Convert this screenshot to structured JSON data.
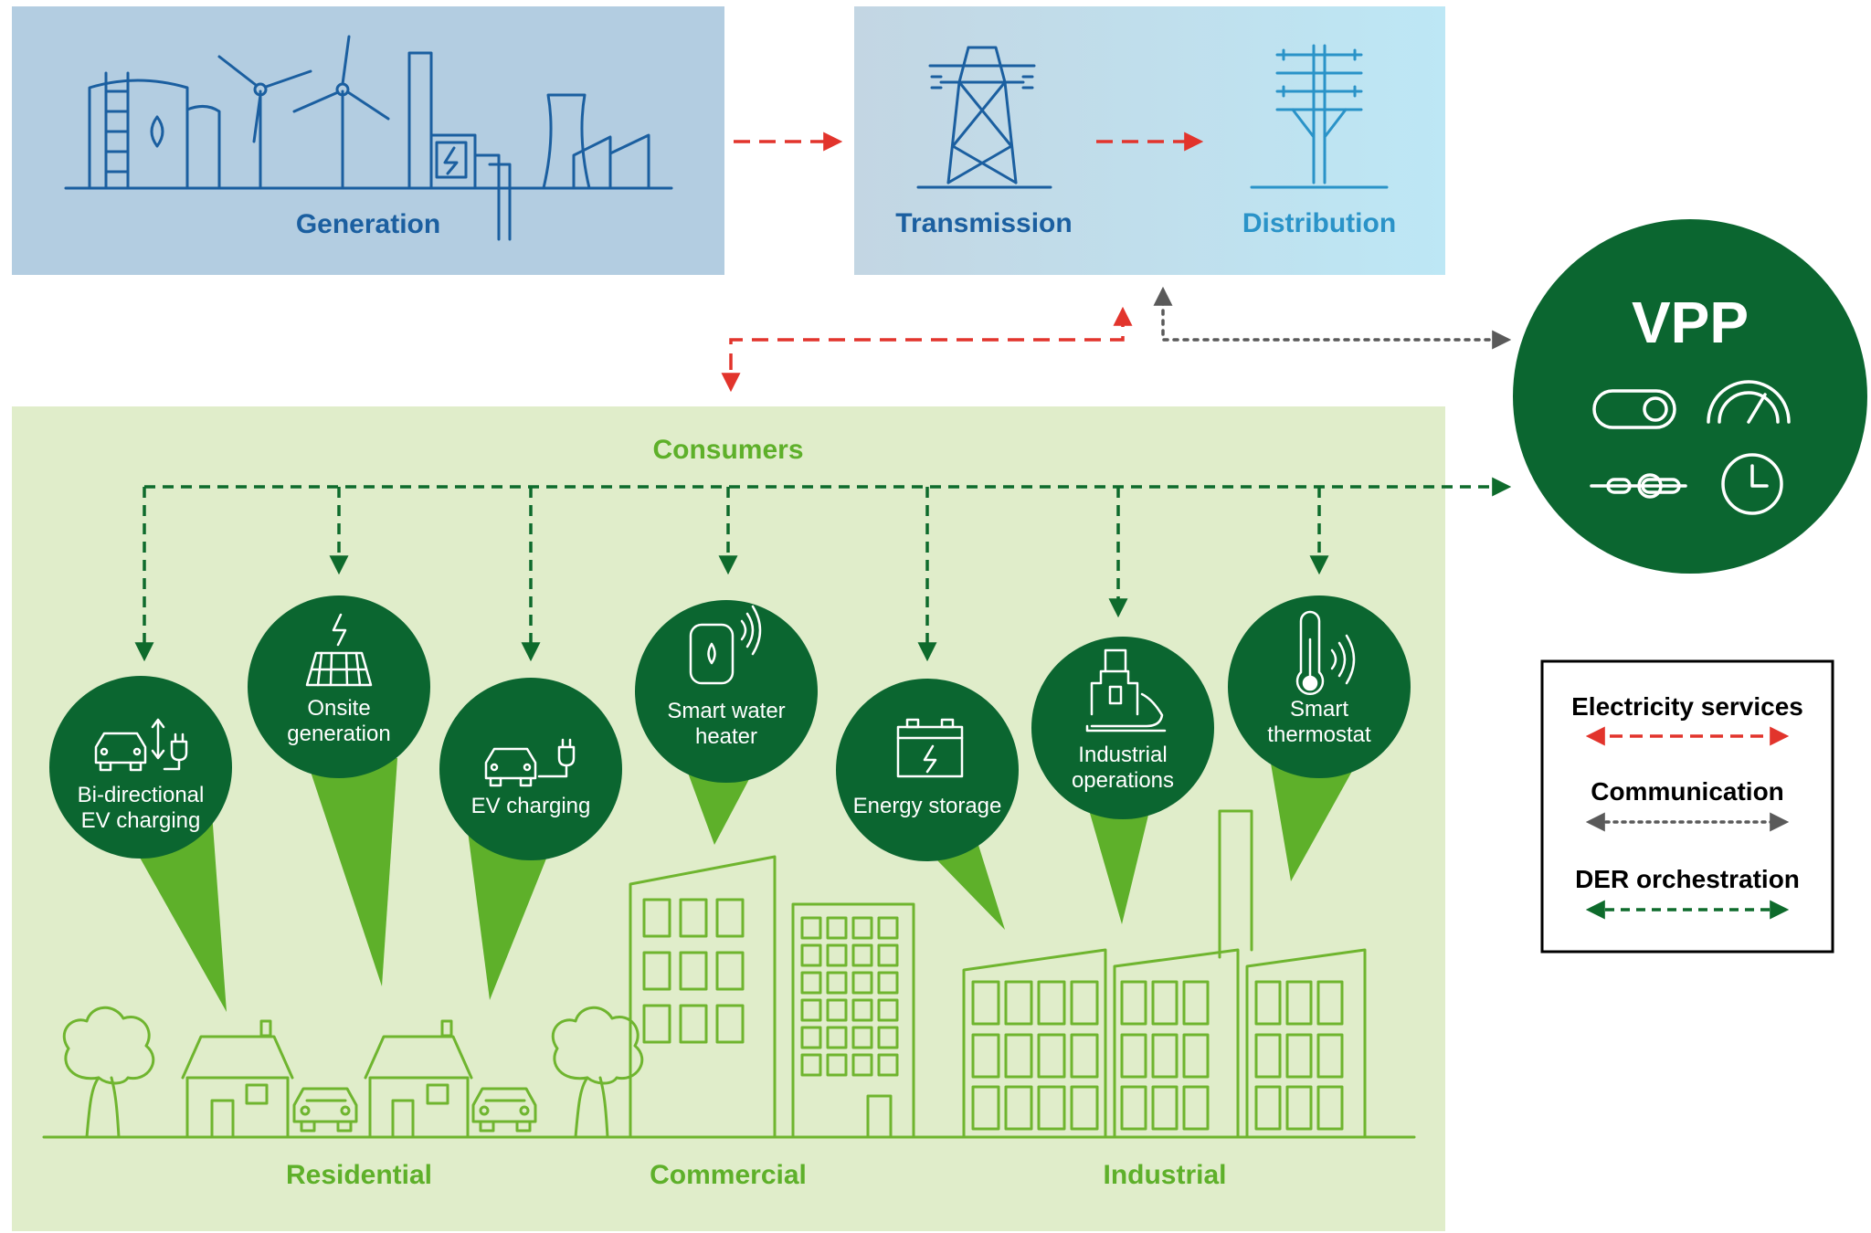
{
  "generation": {
    "label": "Generation"
  },
  "grid": {
    "transmission_label": "Transmission",
    "distribution_label": "Distribution"
  },
  "vpp": {
    "label": "VPP",
    "icons": [
      "toggle-switch-icon",
      "gauge-icon",
      "slider-icon",
      "clock-icon"
    ]
  },
  "consumers": {
    "title": "Consumers",
    "resources": [
      {
        "id": "bidirectional-ev",
        "lines": [
          "Bi-directional",
          "EV charging"
        ],
        "icon": "bidirectional-ev-charging-icon"
      },
      {
        "id": "onsite-generation",
        "lines": [
          "Onsite",
          "generation"
        ],
        "icon": "solar-panel-icon"
      },
      {
        "id": "ev-charging",
        "lines": [
          "EV charging"
        ],
        "icon": "ev-charging-icon"
      },
      {
        "id": "smart-water-heater",
        "lines": [
          "Smart water",
          "heater"
        ],
        "icon": "water-heater-icon"
      },
      {
        "id": "energy-storage",
        "lines": [
          "Energy storage"
        ],
        "icon": "battery-icon"
      },
      {
        "id": "industrial-operations",
        "lines": [
          "Industrial",
          "operations"
        ],
        "icon": "industrial-machine-icon"
      },
      {
        "id": "smart-thermostat",
        "lines": [
          "Smart",
          "thermostat"
        ],
        "icon": "thermometer-icon"
      }
    ],
    "sectors": [
      "Residential",
      "Commercial",
      "Industrial"
    ]
  },
  "legend": {
    "items": [
      {
        "label": "Electricity services",
        "style": "dashed",
        "color": "#e2342c"
      },
      {
        "label": "Communication",
        "style": "dotted",
        "color": "#5a5a5a"
      },
      {
        "label": "DER orchestration",
        "style": "dashed",
        "color": "#0e6b2c"
      }
    ]
  },
  "colors": {
    "generation_bg": "#b3cde1",
    "grid_bg_left": "#c3d6e3",
    "grid_bg_right": "#bfe6f3",
    "consumers_bg": "#e0edca",
    "dark_green": "#0b6630",
    "light_green": "#5eb02a",
    "blue": "#1b5fa0",
    "cyan": "#2a93c8",
    "red": "#e2342c",
    "grey": "#5a5a5a"
  }
}
